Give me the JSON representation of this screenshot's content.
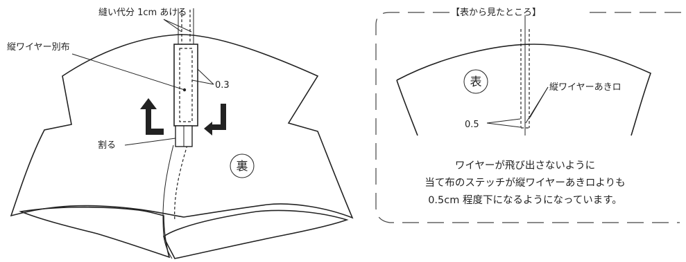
{
  "left_panel": {
    "seam_allowance_label": "縫い代分 1cm あける",
    "wire_fabric_label": "縦ワイヤー別布",
    "width_label": "0.3",
    "press_open_label": "割る",
    "reverse_mark": "裏"
  },
  "right_panel": {
    "title": "【表から見たところ】",
    "front_mark": "表",
    "opening_label": "縦ワイヤーあきロ",
    "offset_label": "0.5",
    "note_lines": [
      "ワイヤーが飛び出さないように",
      "当て布のステッチが縦ワイヤーあきロよりも",
      "0.5cm 程度下になるようになっています。"
    ]
  }
}
